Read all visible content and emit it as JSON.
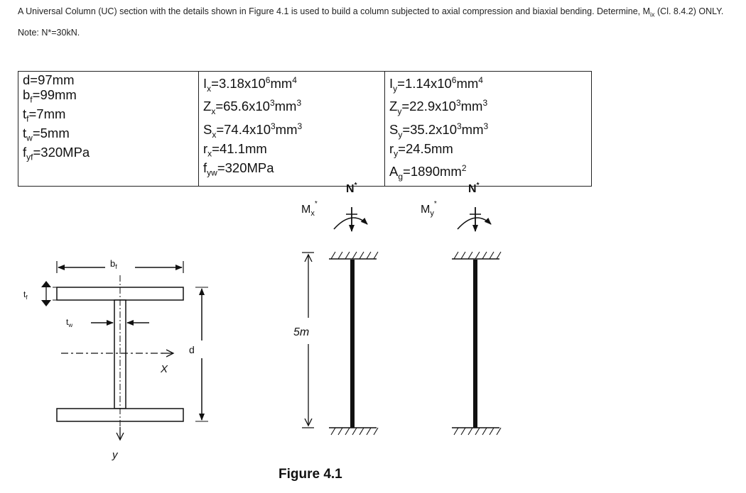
{
  "question": {
    "text_before": "A Universal Column (UC) section with the details shown in Figure 4.1 is used to build a column subjected to axial compression and biaxial bending. Determine, M",
    "subscript": "ix",
    "text_after": " (Cl. 8.4.2) ONLY.",
    "note": "Note: N*=30kN."
  },
  "properties": {
    "col0": [
      {
        "base": "d",
        "sub": "",
        "sup": "",
        "rest": "=97mm"
      },
      {
        "base": "b",
        "sub": "f",
        "sup": "",
        "rest": "=99mm"
      },
      {
        "base": "t",
        "sub": "f",
        "sup": "",
        "rest": "=7mm"
      },
      {
        "base": "t",
        "sub": "w",
        "sup": "",
        "rest": "=5mm"
      },
      {
        "base": "f",
        "sub": "yf",
        "sup": "",
        "rest": "=320MPa"
      }
    ],
    "col1": [
      {
        "base": "I",
        "sub": "x",
        "sup": "",
        "rest": "=3.18x10",
        "exp": "6",
        "unit": "mm",
        "unitexp": "4"
      },
      {
        "base": "Z",
        "sub": "x",
        "sup": "",
        "rest": "=65.6x10",
        "exp": "3",
        "unit": "mm",
        "unitexp": "3"
      },
      {
        "base": "S",
        "sub": "x",
        "sup": "",
        "rest": "=74.4x10",
        "exp": "3",
        "unit": "mm",
        "unitexp": "3"
      },
      {
        "base": "r",
        "sub": "x",
        "sup": "",
        "rest": "=41.1mm",
        "exp": "",
        "unit": "",
        "unitexp": ""
      },
      {
        "base": "f",
        "sub": "yw",
        "sup": "",
        "rest": "=320MPa",
        "exp": "",
        "unit": "",
        "unitexp": ""
      }
    ],
    "col2": [
      {
        "base": "I",
        "sub": "y",
        "sup": "",
        "rest": "=1.14x10",
        "exp": "6",
        "unit": "mm",
        "unitexp": "4"
      },
      {
        "base": "Z",
        "sub": "y",
        "sup": "",
        "rest": "=22.9x10",
        "exp": "3",
        "unit": "mm",
        "unitexp": "3"
      },
      {
        "base": "S",
        "sub": "y",
        "sup": "",
        "rest": "=35.2x10",
        "exp": "3",
        "unit": "mm",
        "unitexp": "3"
      },
      {
        "base": "r",
        "sub": "y",
        "sup": "",
        "rest": "=24.5mm",
        "exp": "",
        "unit": "",
        "unitexp": ""
      },
      {
        "base": "A",
        "sub": "g",
        "sup": "",
        "rest": "=1890mm",
        "exp": "",
        "unit": "",
        "unitexp": "2"
      }
    ]
  },
  "figure": {
    "label_bf": "b",
    "label_bf_sub": "f",
    "label_tf": "t",
    "label_tf_sub": "f",
    "label_tw": "t",
    "label_tw_sub": "w",
    "label_d": "d",
    "label_x": "X",
    "label_y": "y",
    "label_mx": "M",
    "label_mx_sub": "x",
    "label_my": "M",
    "label_my_sub": "y",
    "label_star": "*",
    "label_n": "N",
    "label_length": "5m",
    "caption": "Figure 4.1"
  }
}
